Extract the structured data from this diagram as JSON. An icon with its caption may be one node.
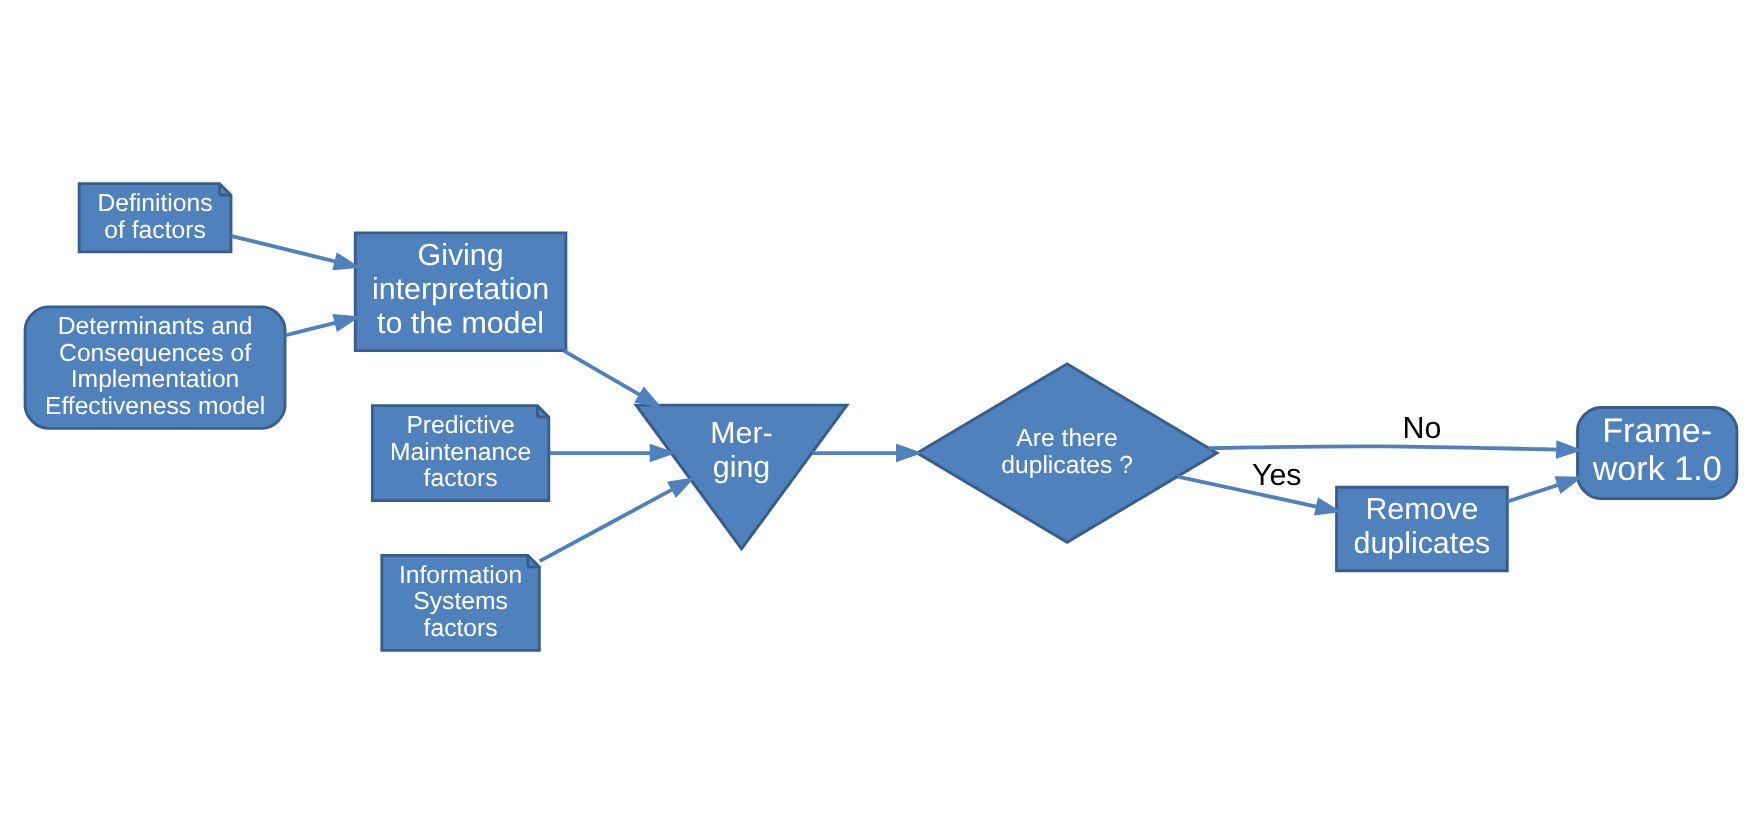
{
  "diagram": {
    "nodes": [
      {
        "text": [
          "Definitions of factors"
        ]
      },
      {
        "text": [
          "Predictive Maintenance factors"
        ]
      },
      {
        "text": [
          "Information Systems factors"
        ]
      },
      {
        "text": [
          "Determinants and Consequences of Implementation Effectiveness model"
        ]
      },
      {
        "text": [
          "Giving interpretation to the model"
        ]
      },
      {
        "text": [
          "Mer- ging"
        ]
      },
      {
        "text": [
          "Are there duplicates ?"
        ]
      },
      {
        "text": [
          "Frame- work 1.0"
        ]
      },
      {
        "text": [
          "Remove duplicates"
        ]
      }
    ],
    "edges": [
      {
        "from": 3,
        "to": 4,
        "arrow": "to"
      },
      {
        "from": 0,
        "to": 4,
        "arrow": "to"
      },
      {
        "from": 4,
        "to": 5,
        "arrow": "to"
      },
      {
        "from": 1,
        "to": 5,
        "arrow": "to"
      },
      {
        "from": 2,
        "to": 5,
        "arrow": "to"
      },
      {
        "from": 5,
        "to": 6,
        "arrow": "to"
      },
      {
        "from": 6,
        "to": 7,
        "label": "No",
        "arrow": "to"
      },
      {
        "from": 6,
        "to": 8,
        "label": "Yes",
        "arrow": "to"
      },
      {
        "from": 8,
        "to": 7,
        "arrow": "to"
      }
    ]
  }
}
